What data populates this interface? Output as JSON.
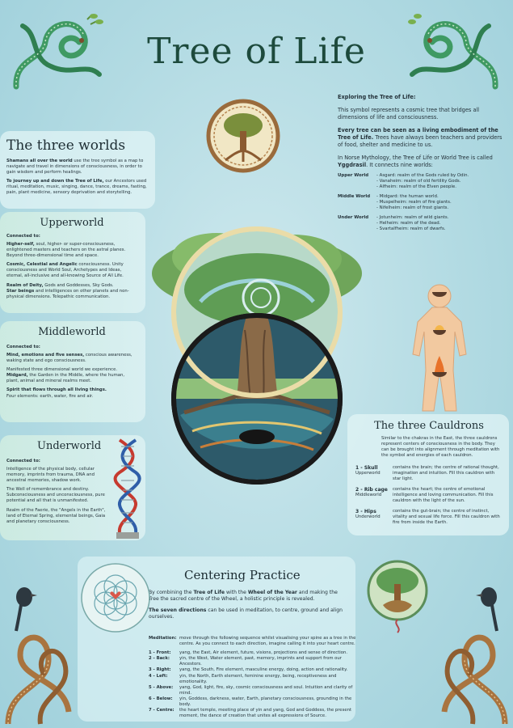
{
  "title": "Tree of Life",
  "three_worlds": {
    "heading": "The three worlds",
    "para1_bold": "Shamans all over the world",
    "para1_rest": " use the tree symbol as a map to navigate and travel in dimensions of consciousness, in order to gain wisdom and perform healings.",
    "para2_bold": "To journey up and down the Tree of Life,",
    "para2_rest": " our Ancestors used ritual, meditation, music, singing, dance, trance, dreams, fasting, pain, plant medicine, sensory deprivation and storytelling."
  },
  "upperworld": {
    "heading": "Upperworld",
    "connected": "Connected to:",
    "p1_bold": "Higher-self,",
    "p1_rest": " soul, higher- or super-consciousness, enlightened masters and teachers on the astral planes. Beyond three-dimensional time and space.",
    "p2_bold": "Cosmic, Celestial and Angelic",
    "p2_rest": " consciousness. Unity consciousness and World Soul, Archetypes and Ideas, eternal, all-inclusive and all-knowing Source of All Life.",
    "p3_bold": "Realm of Deity,",
    "p3_rest": " Gods and Goddesses, Sky Gods.",
    "p4_bold": "Star beings",
    "p4_rest": " and intelligences on other planets and non-physical dimensions. Telepathic communication."
  },
  "middleworld": {
    "heading": "Middleworld",
    "connected": "Connected to:",
    "p1_bold": "Mind, emotions and five senses,",
    "p1_rest": " conscious awareness, waking state and ego consciousness.",
    "p2_text": "Manifested three dimensional world we experience.",
    "p3_bold": "Midgard,",
    "p3_rest": " the Garden in the Middle, where the human, plant, animal and mineral realms meet.",
    "p4_bold": "Spirit that flows through all living things.",
    "p4_rest": " Four elements: earth, water, fire and air."
  },
  "underworld": {
    "heading": "Underworld",
    "connected": "Connected to:",
    "p1_text": "Intelligence of the physical body, cellular memory, imprints from trauma, DNA and ancestral memories, shadow work.",
    "p2_text": "The Well of remembrance and destiny. Subconsciousness and unconsciousness, pure potential and all that is unmanifested.",
    "p3_text": "Realm of the Faerie, the \"Angels in the Earth\", land of Eternal Spring, elemental beings, Gaia and planetary consciousness."
  },
  "exploring": {
    "heading": "Exploring the Tree of Life:",
    "p1": "This symbol represents a cosmic tree that bridges all dimensions of life and consciousness.",
    "p2_bold": "Every tree can be seen as a living embodiment of the Tree of Life.",
    "p2_rest": " Trees have always been teachers and providers of food, shelter and medicine to us.",
    "p3_pre": "In Norse Mythology, the Tree of Life or World Tree is called ",
    "p3_bold": "Yggdrasil",
    "p3_post": ". It connects nine worlds:",
    "worlds": [
      {
        "name": "Upper World",
        "lines": [
          "- Asgard: realm of the Gods ruled by Odin.",
          "- Vanaheim: realm of old fertility Gods.",
          "- Alfheim: realm of the Elven people."
        ]
      },
      {
        "name": "Middle World",
        "lines": [
          "- Midgard: the human world.",
          "- Muspelheim: realm of fire giants.",
          "- Nifelheim: realm of frost giants."
        ]
      },
      {
        "name": "Under World",
        "lines": [
          "- Jotunheim: realm of wild giants.",
          "- Helheim: realm of the dead.",
          "- Svartalfheim: realm of dwarfs."
        ]
      }
    ]
  },
  "cauldrons": {
    "heading": "The three Cauldrons",
    "intro": "Similar to the chakras in the East, the three cauldrons represent centers of consciousness in the body. They can be brought into alignment through meditation with the symbol and energies of each cauldron.",
    "items": [
      {
        "num": "1 - Skull",
        "world": "Upperworld",
        "text": "contains the brain; the centre of rational thought, imagination and intuition. Fill this cauldron with star light."
      },
      {
        "num": "2 - Rib cage",
        "world": "Middleworld",
        "text": "contains the heart; the centre of emotional intelligence and loving communication. Fill this cauldron with the light of the sun."
      },
      {
        "num": "3 - Hips",
        "world": "Underworld",
        "text": "contains the gut-brain; the centre of instinct, vitality and sexual life force. Fill this cauldron with fire from inside the Earth."
      }
    ]
  },
  "centering": {
    "heading": "Centering Practice",
    "p1_pre": "By combining the ",
    "p1_b1": "Tree of Life",
    "p1_mid": " with the ",
    "p1_b2": "Wheel of the Year",
    "p1_post": " and making the Tree the sacred centre of the Wheel, a holistic principle is revealed.",
    "p2_bold": "The seven directions",
    "p2_rest": " can be used in meditation, to centre, ground and align ourselves.",
    "meditation_label": "Meditation:",
    "meditation_text": "move through the following sequence whilst visualising your spine as a tree in the centre. As you connect to each direction, imagine calling it into your heart centre.",
    "directions": [
      {
        "k": "1 - Front:",
        "v": "yang, the East, Air element, future, visions, projections and sense of direction."
      },
      {
        "k": "2 - Back:",
        "v": "yin, the West, Water element, past, memory, imprints and support from our Ancestors."
      },
      {
        "k": "3 - Right:",
        "v": "yang, the South, Fire element, masculine energy, doing, action and rationality."
      },
      {
        "k": "4 - Left:",
        "v": "yin, the North, Earth element, feminine energy, being, receptiveness and emotionality."
      },
      {
        "k": "5 - Above:",
        "v": "yang, God, light, fire, sky, cosmic consciousness and soul. Intuition and clarity of mind."
      },
      {
        "k": "6 - Below:",
        "v": "yin, Goddess, darkness, water, Earth, planetary consciousness, grounding in the body."
      },
      {
        "k": "7 - Centre:",
        "v": "the heart temple, meeting place of yin and yang, God and Goddess, the present moment, the dance of creation that unites all expressions of Source."
      }
    ]
  },
  "colors": {
    "title": "#1d4a3c",
    "serpent": "#3f9a63",
    "knot": "#a9743f",
    "circle_gold": "#e9d9a6",
    "circle_dark": "#1a1a1a"
  }
}
